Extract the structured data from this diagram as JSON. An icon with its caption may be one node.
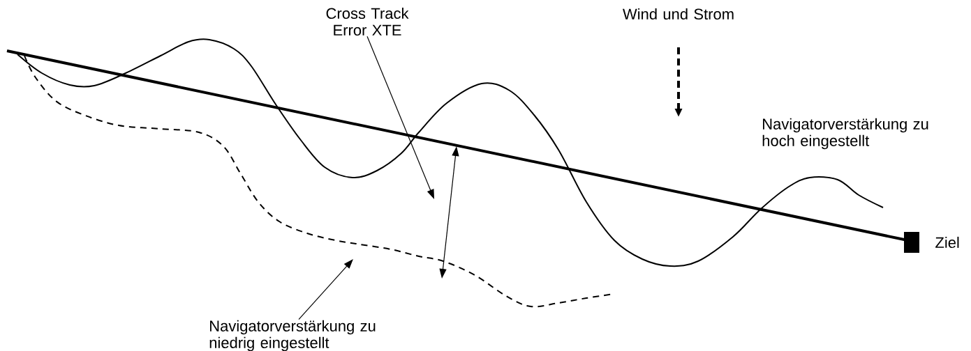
{
  "diagram": {
    "nodes": [
      {
        "text": [
          "Cross Track Error XTE"
        ]
      },
      {
        "text": [
          "Navigatorverstärkung zu niedrig eingestellt"
        ]
      },
      {
        "text": [],
        "shape": "box",
        "beside": [
          "Ziel"
        ]
      }
    ],
    "edges": [
      {
        "from": 0,
        "to": null,
        "arrow": "to"
      },
      {
        "from": 1,
        "to": null,
        "arrow": "to"
      }
    ],
    "labels": [
      "Wind und Strom",
      "Navigatorverstärkung zu hoch eingestellt"
    ]
  }
}
